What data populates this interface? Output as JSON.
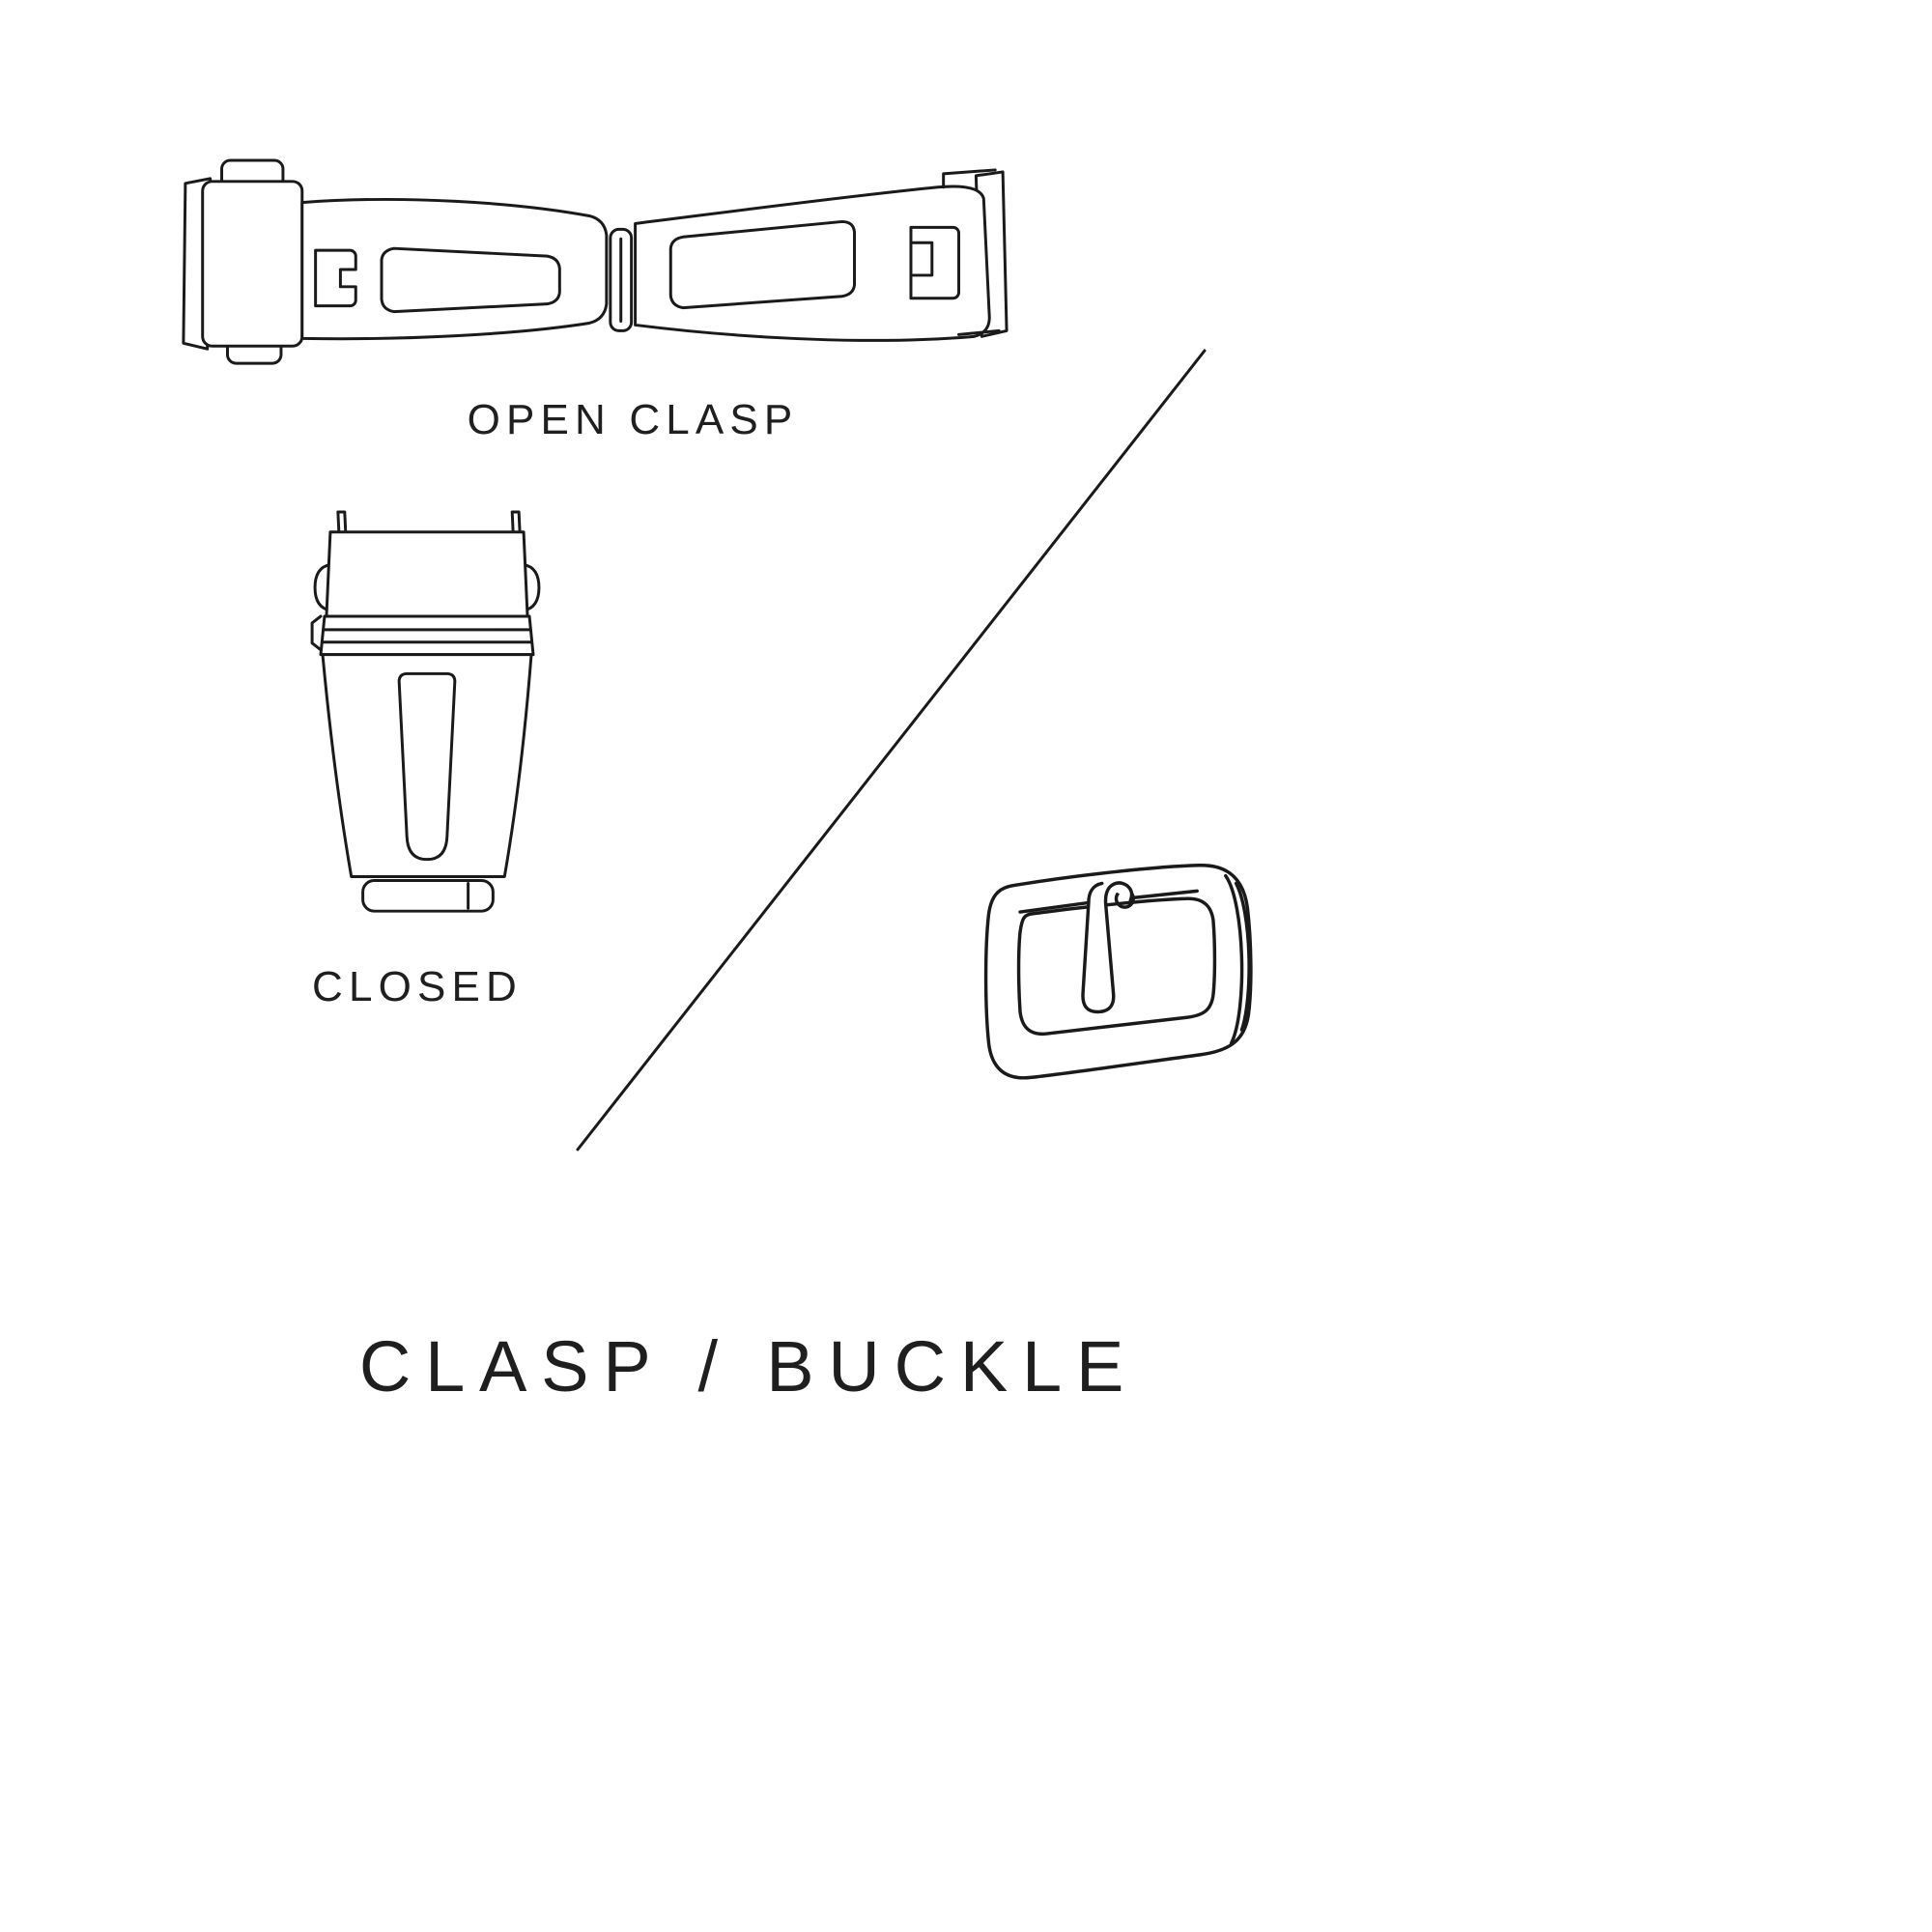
{
  "colors": {
    "background": "#ffffff",
    "line": "#1a1a1a",
    "text": "#1f1f1f"
  },
  "labels": {
    "open_clasp": "OPEN CLASP",
    "closed": "CLOSED",
    "title": "CLASP / BUCKLE"
  },
  "illustrations": [
    {
      "id": "open-clasp",
      "caption": "OPEN CLASP"
    },
    {
      "id": "closed-clasp",
      "caption": "CLOSED"
    },
    {
      "id": "pin-buckle",
      "caption": ""
    }
  ],
  "divider": {
    "type": "diagonal-line"
  }
}
